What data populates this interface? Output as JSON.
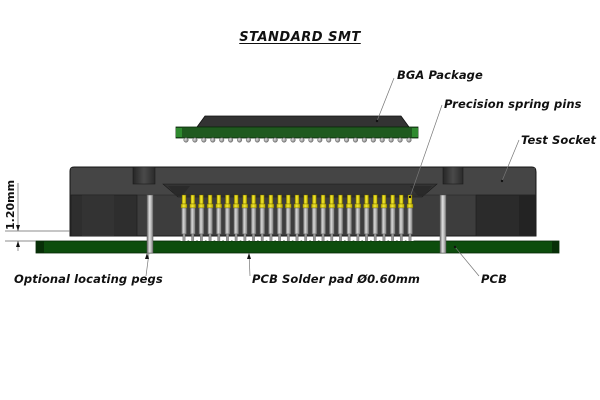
{
  "title": "STANDARD  SMT",
  "labels": {
    "bga_package": "BGA Package",
    "spring_pins": "Precision spring pins",
    "test_socket": "Test Socket",
    "locating_pegs": "Optional locating pegs",
    "solder_pad": "PCB Solder pad Ø0.60mm",
    "pcb": "PCB"
  },
  "dimension": {
    "clearance": "1.20mm"
  },
  "components": {
    "spring_pin_count": 27,
    "bga_ball_count": 26
  },
  "colors": {
    "socket_body": "#3d3d3d",
    "socket_dark": "#2b2b2b",
    "pcb_green": "#0d4d0d",
    "bga_substrate": "#1f5a1f",
    "bga_mold": "#333333",
    "pin_gold": "#e5d800",
    "pin_steel": "#a8a8a8"
  }
}
